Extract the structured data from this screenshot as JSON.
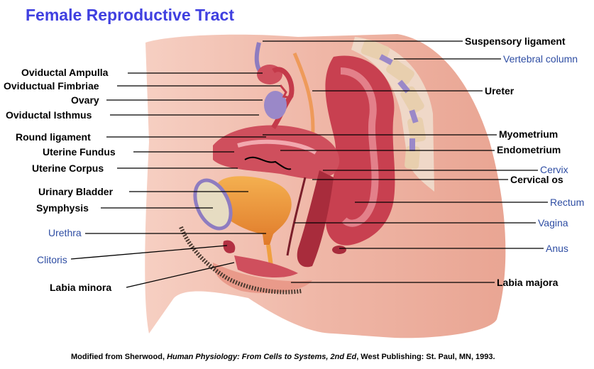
{
  "title": "Female Reproductive Tract",
  "labels_left": [
    {
      "id": "oviductal-ampulla",
      "text": "Oviductal Ampulla",
      "style": "bold"
    },
    {
      "id": "oviductual-fimbriae",
      "text": "Oviductual Fimbriae",
      "style": "bold"
    },
    {
      "id": "ovary",
      "text": "Ovary",
      "style": "bold"
    },
    {
      "id": "oviductal-isthmus",
      "text": "Oviductal Isthmus",
      "style": "bold"
    },
    {
      "id": "round-ligament",
      "text": "Round ligament",
      "style": "bold"
    },
    {
      "id": "uterine-fundus",
      "text": "Uterine Fundus",
      "style": "bold"
    },
    {
      "id": "uterine-corpus",
      "text": "Uterine Corpus",
      "style": "bold"
    },
    {
      "id": "urinary-bladder",
      "text": "Urinary Bladder",
      "style": "bold"
    },
    {
      "id": "symphysis",
      "text": "Symphysis",
      "style": "bold"
    },
    {
      "id": "urethra",
      "text": "Urethra",
      "style": "blue"
    },
    {
      "id": "clitoris",
      "text": "Clitoris",
      "style": "blue"
    },
    {
      "id": "labia-minora",
      "text": "Labia minora",
      "style": "bold"
    }
  ],
  "labels_right": [
    {
      "id": "suspensory-ligament",
      "text": "Suspensory ligament",
      "style": "bold"
    },
    {
      "id": "vertebral-column",
      "text": "Vertebral column",
      "style": "blue"
    },
    {
      "id": "ureter",
      "text": "Ureter",
      "style": "bold"
    },
    {
      "id": "myometrium",
      "text": "Myometrium",
      "style": "bold"
    },
    {
      "id": "endometrium",
      "text": "Endometrium",
      "style": "bold"
    },
    {
      "id": "cervix",
      "text": "Cervix",
      "style": "blue"
    },
    {
      "id": "cervical-os",
      "text": "Cervical os",
      "style": "bold"
    },
    {
      "id": "rectum",
      "text": "Rectum",
      "style": "blue"
    },
    {
      "id": "vagina",
      "text": "Vagina",
      "style": "blue"
    },
    {
      "id": "anus",
      "text": "Anus",
      "style": "blue"
    },
    {
      "id": "labia-majora",
      "text": "Labia majora",
      "style": "bold"
    }
  ],
  "credit": {
    "prefix": "Modified from Sherwood, ",
    "book": "Human Physiology: From Cells to Systems, 2nd Ed",
    "suffix": ", West Publishing: St. Paul, MN, 1993."
  },
  "colors": {
    "title": "#4040e0",
    "blue_label": "#2e4da3",
    "skin": "#f0b8a8",
    "tissue": "#d9606a",
    "deep_tissue": "#b8303e",
    "bladder": "#f0a040",
    "ovary": "#9a88c8"
  }
}
